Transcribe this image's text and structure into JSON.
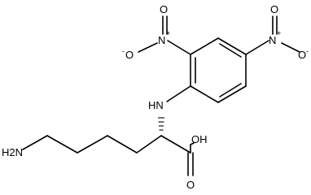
{
  "molecule": {
    "atoms": {
      "amine_n": "H2N",
      "nh_linker": "HN",
      "acid_oh": "OH",
      "acid_o": "O",
      "nitro_ortho_n": "N",
      "nitro_ortho_o_top": "O",
      "nitro_ortho_o_left": "O",
      "nitro_para_n": "N",
      "nitro_para_o_top": "O",
      "nitro_para_o_right": "O"
    },
    "charges": {
      "ortho_n_plus": "+",
      "ortho_o_minus": "-",
      "para_n_plus": "+",
      "para_o_minus": "-"
    }
  }
}
